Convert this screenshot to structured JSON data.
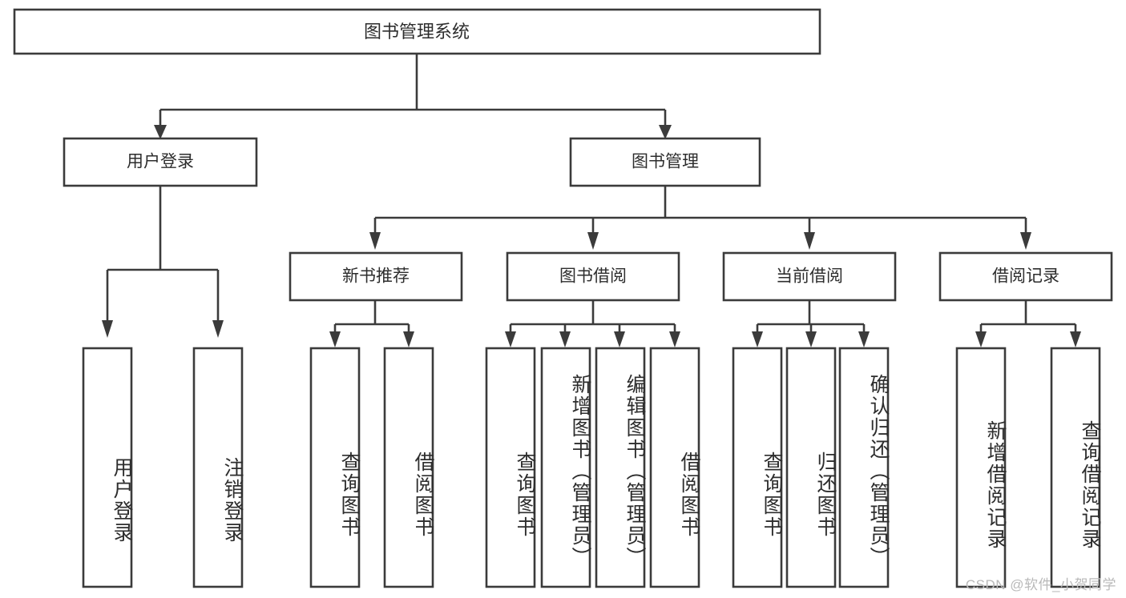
{
  "diagram": {
    "type": "tree-hierarchy",
    "title": "图书管理系统",
    "watermark": "CSDN @软件_小贺同学",
    "root": {
      "id": "root",
      "label": "图书管理系统"
    },
    "level2": [
      {
        "id": "user-login",
        "label": "用户登录"
      },
      {
        "id": "book-management",
        "label": "图书管理"
      }
    ],
    "level3": [
      {
        "id": "new-book-recommend",
        "label": "新书推荐",
        "parent": "book-management"
      },
      {
        "id": "book-borrow",
        "label": "图书借阅",
        "parent": "book-management"
      },
      {
        "id": "current-borrow",
        "label": "当前借阅",
        "parent": "book-management"
      },
      {
        "id": "borrow-record",
        "label": "借阅记录",
        "parent": "book-management"
      }
    ],
    "leaves": {
      "user-login": [
        {
          "id": "leaf-user-login",
          "label": "用户登录"
        },
        {
          "id": "leaf-logout-login",
          "label": "注销登录"
        }
      ],
      "new-book-recommend": [
        {
          "id": "leaf-query-book-1",
          "label": "查询图书"
        },
        {
          "id": "leaf-borrow-book-1",
          "label": "借阅图书"
        }
      ],
      "book-borrow": [
        {
          "id": "leaf-query-book-2",
          "label": "查询图书"
        },
        {
          "id": "leaf-add-book-admin",
          "label": "新增图书（管理员）"
        },
        {
          "id": "leaf-edit-book-admin",
          "label": "编辑图书（管理员）"
        },
        {
          "id": "leaf-borrow-book-2",
          "label": "借阅图书"
        }
      ],
      "current-borrow": [
        {
          "id": "leaf-query-book-3",
          "label": "查询图书"
        },
        {
          "id": "leaf-return-book",
          "label": "归还图书"
        },
        {
          "id": "leaf-confirm-return-admin",
          "label": "确认归还（管理员）"
        }
      ],
      "borrow-record": [
        {
          "id": "leaf-add-borrow-record",
          "label": "新增借阅记录"
        },
        {
          "id": "leaf-query-borrow-record",
          "label": "查询借阅记录"
        }
      ]
    },
    "colors": {
      "box_border": "#3b3b3b",
      "box_fill": "#ffffff",
      "text": "#2d2d2d",
      "connector": "#3b3b3b",
      "background": "#ffffff",
      "watermark": "#b9b9b9"
    }
  }
}
